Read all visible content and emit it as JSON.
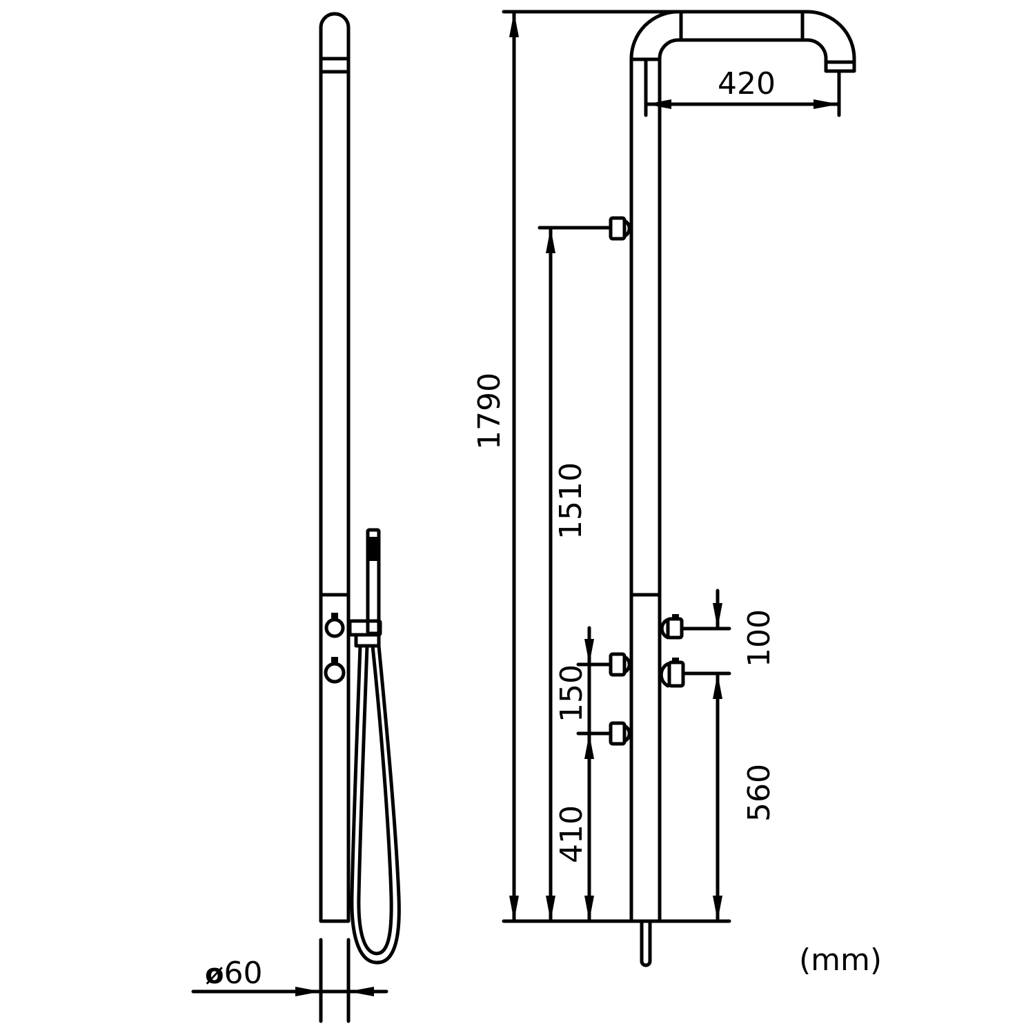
{
  "drawing": {
    "subject": "Outdoor shower column technical drawing",
    "units_label": "(mm)",
    "colors": {
      "line": "#000000",
      "background": "#ffffff"
    },
    "side_view": {
      "diameter_label": "60",
      "diameter_symbol": "ø"
    },
    "front_view": {
      "dimensions": {
        "total_height": "1790",
        "spout_reach": "420",
        "foot_valve_height": "1510",
        "lower_valve_spacing": "150",
        "lower_valve_height": "410",
        "mixer_spacing": "100",
        "mixer_height": "560"
      }
    }
  }
}
